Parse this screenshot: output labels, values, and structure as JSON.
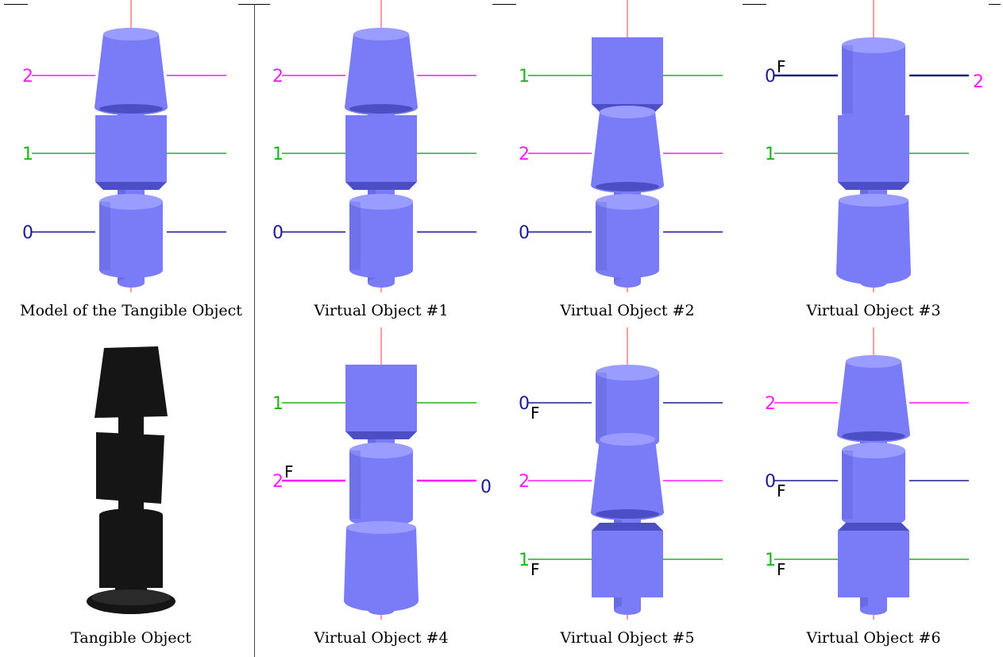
{
  "colors": {
    "axis": "#ff3b3b",
    "shape_fill": "#7a7cf7",
    "shape_dark": "#4b4ec4",
    "shape_light": "#9a9cff",
    "level_0": "#1c1c8e",
    "level_1": "#1db31d",
    "level_2": "#ff1bff",
    "flip_marker": "#000000",
    "tangible": "#151515"
  },
  "panels": [
    {
      "caption": "Model of the Tangible Object",
      "stack": [
        "cone",
        "cube",
        "cylinder"
      ],
      "labels": [
        {
          "text": "2",
          "color": "level_2",
          "side": "left",
          "flip": false,
          "slot": 0
        },
        {
          "text": "1",
          "color": "level_1",
          "side": "left",
          "flip": false,
          "slot": 1
        },
        {
          "text": "0",
          "color": "level_0",
          "side": "left",
          "flip": false,
          "slot": 2
        }
      ]
    },
    {
      "caption": "Virtual Object #1",
      "stack": [
        "cone",
        "cube",
        "cylinder"
      ],
      "labels": [
        {
          "text": "2",
          "color": "level_2",
          "side": "left",
          "flip": false,
          "slot": 0
        },
        {
          "text": "1",
          "color": "level_1",
          "side": "left",
          "flip": false,
          "slot": 1
        },
        {
          "text": "0",
          "color": "level_0",
          "side": "left",
          "flip": false,
          "slot": 2
        }
      ]
    },
    {
      "caption": "Virtual Object #2",
      "stack": [
        "cube",
        "cone",
        "cylinder"
      ],
      "labels": [
        {
          "text": "1",
          "color": "level_1",
          "side": "left",
          "flip": false,
          "slot": 0
        },
        {
          "text": "2",
          "color": "level_2",
          "side": "left",
          "flip": false,
          "slot": 1
        },
        {
          "text": "0",
          "color": "level_0",
          "side": "left",
          "flip": false,
          "slot": 2
        }
      ]
    },
    {
      "caption": "Virtual Object #3",
      "stack": [
        "cylinder",
        "cube",
        "cone-inv"
      ],
      "labels": [
        {
          "text": "0",
          "color": "level_0",
          "side": "left",
          "flip": true,
          "slot": 0,
          "right_text": "2",
          "right_color": "level_2"
        },
        {
          "text": "1",
          "color": "level_1",
          "side": "left",
          "flip": false,
          "slot": 1
        }
      ]
    },
    {
      "caption": "Tangible Object",
      "photo": true
    },
    {
      "caption": "Virtual Object #4",
      "stack": [
        "cube",
        "cylinder",
        "cone-inv"
      ],
      "labels": [
        {
          "text": "1",
          "color": "level_1",
          "side": "left",
          "flip": false,
          "slot": 0
        },
        {
          "text": "2",
          "color": "level_2",
          "side": "left",
          "flip": true,
          "slot": 1,
          "right_text": "0",
          "right_color": "level_0"
        }
      ]
    },
    {
      "caption": "Virtual Object #5",
      "stack": [
        "cylinder",
        "cone",
        "cube-inv"
      ],
      "labels": [
        {
          "text": "0",
          "color": "level_0",
          "side": "left",
          "flip": true,
          "slot": 0
        },
        {
          "text": "2",
          "color": "level_2",
          "side": "left",
          "flip": false,
          "slot": 1
        },
        {
          "text": "1",
          "color": "level_1",
          "side": "left",
          "flip": true,
          "slot": 2
        }
      ]
    },
    {
      "caption": "Virtual Object #6",
      "stack": [
        "cone",
        "cylinder",
        "cube-inv"
      ],
      "labels": [
        {
          "text": "2",
          "color": "level_2",
          "side": "left",
          "flip": false,
          "slot": 0
        },
        {
          "text": "0",
          "color": "level_0",
          "side": "left",
          "flip": true,
          "slot": 1
        },
        {
          "text": "1",
          "color": "level_1",
          "side": "left",
          "flip": true,
          "slot": 2
        }
      ]
    }
  ],
  "flip_marker_text": "F"
}
